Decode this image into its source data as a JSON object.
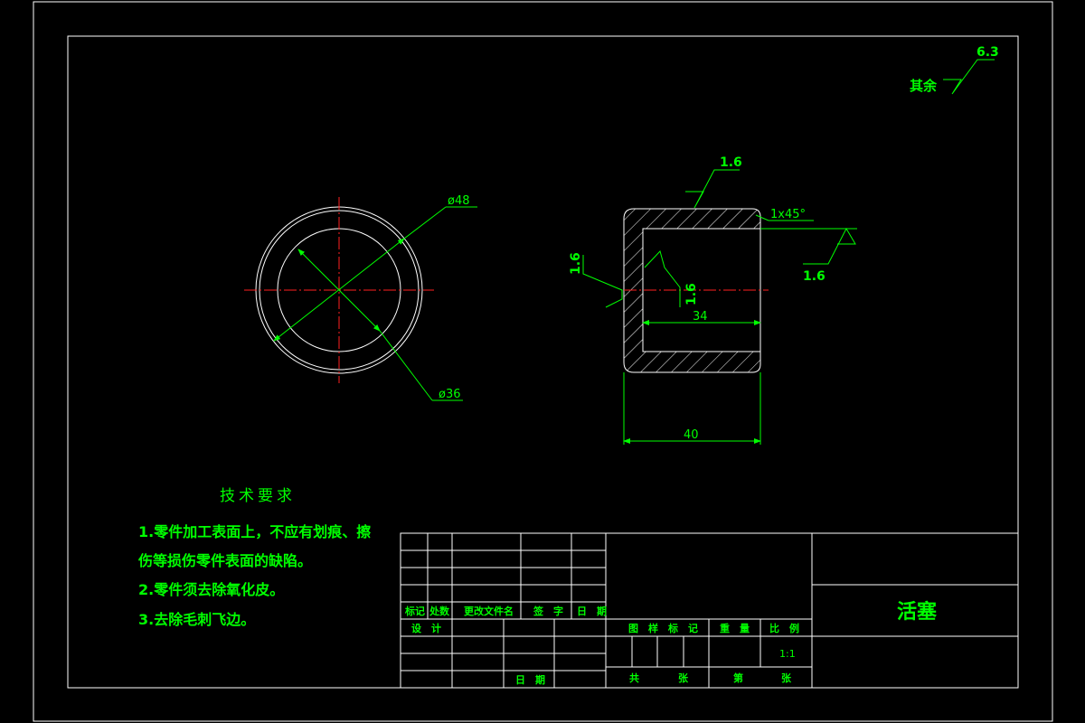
{
  "colors": {
    "background": "#000000",
    "geometry": "#ffffff",
    "annotation": "#00ff00",
    "centerline": "#ff2020"
  },
  "roughness": {
    "general_value": "6.3",
    "general_prefix": "其余",
    "top": "1.6",
    "right": "1.6",
    "left": "1.6",
    "inner": "1.6"
  },
  "dimensions": {
    "outer_dia": "ø48",
    "inner_dia": "ø36",
    "bore_length": "34",
    "total_length": "40",
    "chamfer": "1x45°"
  },
  "requirements": {
    "title": "技术要求",
    "line1": "1.零件加工表面上，不应有划痕、擦",
    "line2": "伤等损伤零件表面的缺陷。",
    "line3": "2.零件须去除氧化皮。",
    "line4": "3.去除毛刺飞边。"
  },
  "title_block": {
    "mark": "标记",
    "count": "处数",
    "doc": "更改文件名",
    "sign": "签　字",
    "date": "日　期",
    "design": "设　计",
    "date2": "日　期",
    "drawing_mark": "图　样　标　记",
    "weight": "重　量",
    "scale": "比　例",
    "scale_value": "1:1",
    "total": "共",
    "sheets": "张",
    "sheet_no": "第",
    "sheet": "张",
    "part_name": "活塞"
  }
}
